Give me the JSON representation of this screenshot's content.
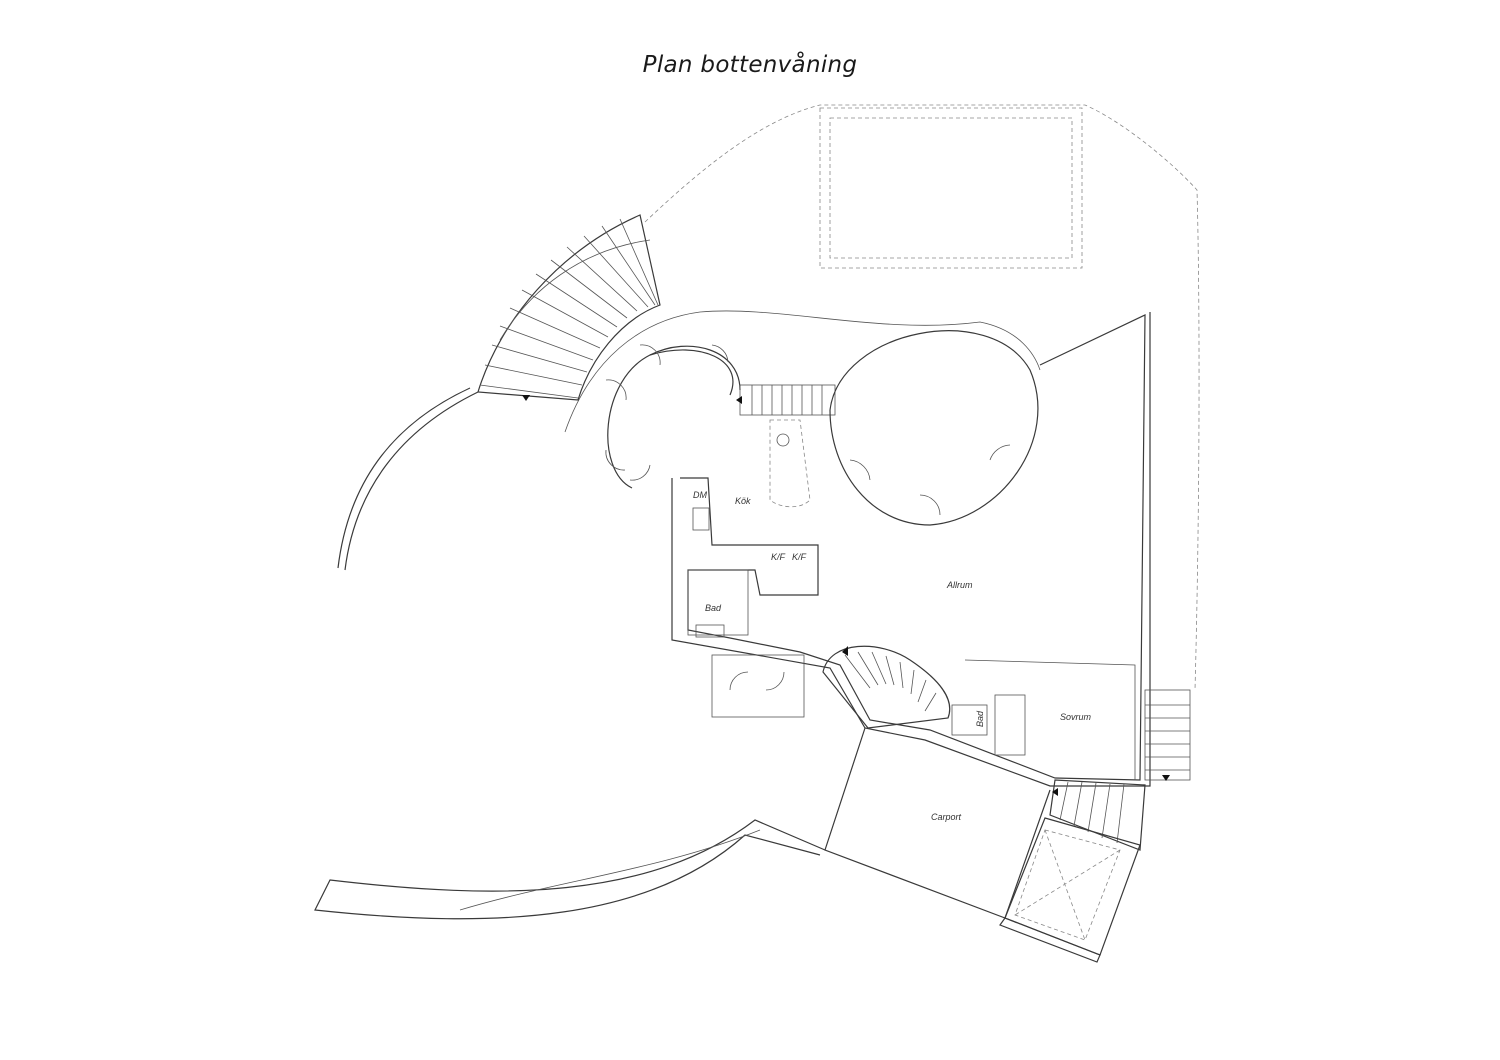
{
  "title": "Plan bottenvåning",
  "rooms": {
    "kok": "Kök",
    "dm": "DM",
    "kf1": "K/F",
    "kf2": "K/F",
    "bad1": "Bad",
    "allrum": "Allrum",
    "bad2": "Bad",
    "sovrum": "Sovrum",
    "carport": "Carport"
  }
}
